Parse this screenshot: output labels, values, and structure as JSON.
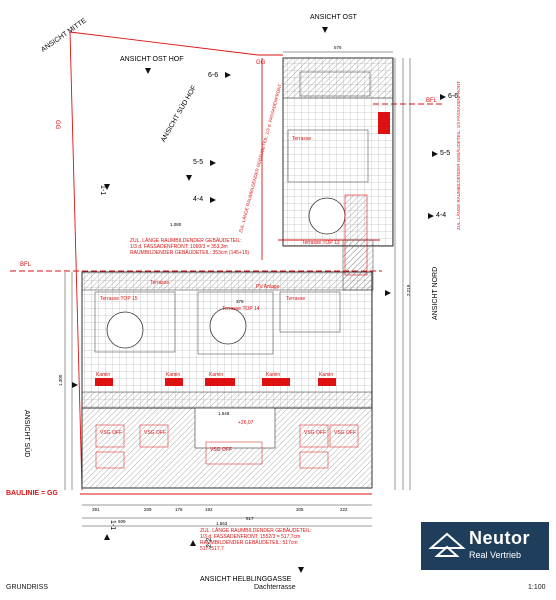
{
  "views": {
    "ost": "ANSICHT OST",
    "mitte": "ANSICHT MITTE",
    "ost_hof": "ANSICHT OST HOF",
    "sued_hof": "ANSICHT SÜD HOF",
    "nord": "ANSICHT NORD",
    "sued": "ANSICHT SÜD",
    "helbling": "ANSICHT HELBLINGGASSE"
  },
  "markers": {
    "gg": "GG",
    "bfl": "BFL",
    "baulinie": "BAULINIE = GG",
    "s66": "6-6",
    "s55": "5-5",
    "s44": "4-4",
    "s11": "1-1",
    "s22": "2-2"
  },
  "rooms": {
    "terrasse": "Terrasse",
    "terrasse_top13": "Terrasse TOP 13",
    "terrasse_top14": "Terrasse TOP 14",
    "terrasse_top15": "Terrasse TOP 15",
    "kamin": "Kamin",
    "pv_anlage": "PV Anlage",
    "vsg": "VSG",
    "off": "OFF"
  },
  "annotations": {
    "note_top": "ZUL. LÄNGE RAUMBILDENDER GEBÄUDETEIL:",
    "note_top2": "1/3 d. FASSADENFRONT: 1060/3 = 353,3m",
    "note_top3": "RAUMBILDENDER GEBÄUDETEIL: 353cm (145+15)",
    "note_bottom": "ZUL. LÄNGE RAUMBILDENDER GEBÄUDETEIL:",
    "note_bottom2": "1/3 d. FASSADENFRONT: 1552/3 = 517,7cm",
    "note_bottom3": "RAUMBILDENDER GEBÄUDETEIL: 517cm",
    "note_bottom4": "517<517,7",
    "note_vert_left": "ZUL. LÄNGE RAUMBILDENDER GEBÄUDETEIL: 1/3 d. FASSADENFRONT",
    "note_vert_right": "ZUL. LÄNGE RAUMBILDENDER GEBÄUDETEIL: 1/3 FASSADENFRONT",
    "level_mark": "+26,07"
  },
  "dimensions": {
    "top_576": "576",
    "d1080": "1.080",
    "d379": "379",
    "d1548": "1.548",
    "d1563": "1.563",
    "d609": "609",
    "d517": "517",
    "d1300": "1.300",
    "d2219": "2.219",
    "b_391": "391",
    "b_209": "209",
    "b_178": "178",
    "b_192": "192",
    "b_305": "305",
    "b_222": "222"
  },
  "footer": {
    "left": "GRUNDRISS",
    "center": "Dachterrasse",
    "right": "1:100"
  },
  "logo": {
    "name": "Neutor",
    "sub": "Real Vertrieb"
  },
  "colors": {
    "red": "#d11",
    "logo_bg": "#1f3e5c"
  }
}
